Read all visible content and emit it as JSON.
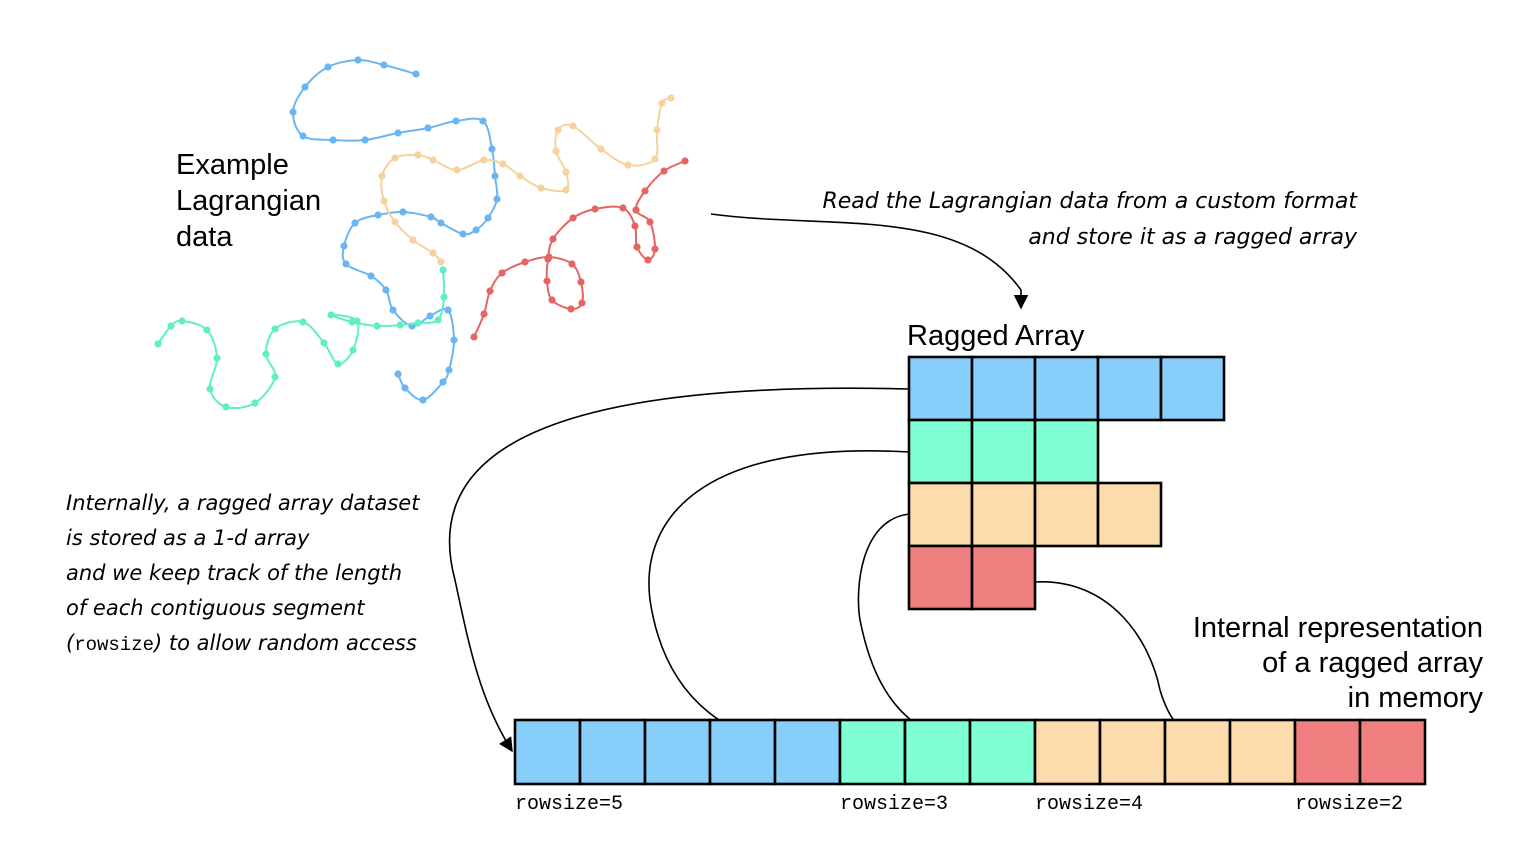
{
  "colors": {
    "blue": "#87cefa",
    "green": "#7fffd4",
    "orange": "#fcdcac",
    "red": "#ef7f7f",
    "dot_blue": "#6bb6f2",
    "dot_green": "#5fefc2",
    "dot_orange": "#f5d29e",
    "dot_red": "#e56464"
  },
  "example_label": [
    "Example",
    "Lagrangian",
    "data"
  ],
  "read_note": [
    "Read the Lagrangian data from a custom format",
    "and store it as a ragged array"
  ],
  "ragged_title": "Ragged Array",
  "internal_note": {
    "lines": [
      "Internally, a ragged array dataset",
      "is stored as a 1-d array",
      "and we keep track of the length",
      "of each contiguous segment"
    ],
    "last_prefix": "(",
    "last_code": "rowsize",
    "last_suffix": ") to allow random access"
  },
  "memory_label": [
    "Internal representation",
    "of a ragged array",
    "in memory"
  ],
  "rows": [
    {
      "color": "blue",
      "size": 5,
      "label": "rowsize=5"
    },
    {
      "color": "green",
      "size": 3,
      "label": "rowsize=3"
    },
    {
      "color": "orange",
      "size": 4,
      "label": "rowsize=4"
    },
    {
      "color": "red",
      "size": 2,
      "label": "rowsize=2"
    }
  ]
}
